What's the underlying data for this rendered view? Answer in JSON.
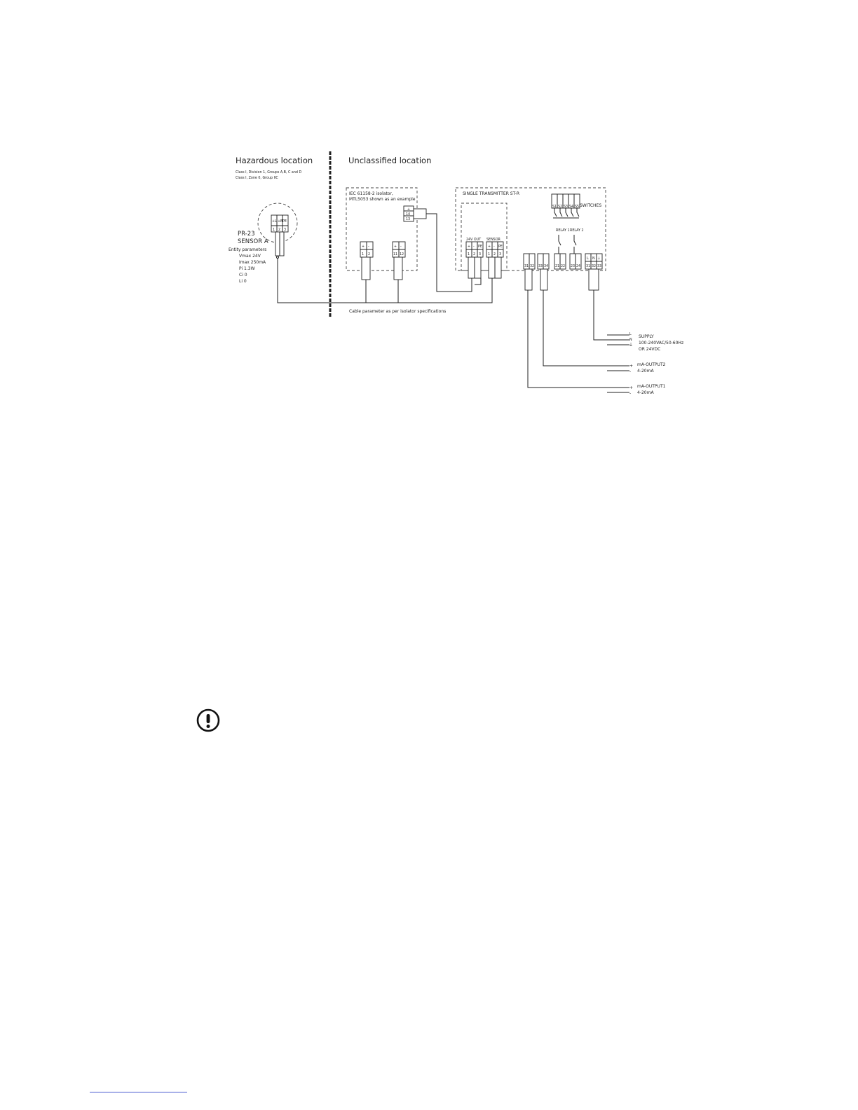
{
  "diagram": {
    "hazardous": {
      "title": "Hazardous location",
      "class_line1": "Class I, Division 1, Groups A,B, C and D",
      "class_line2": "Class I, Zone 0, Group IIC"
    },
    "unclassified": {
      "title": "Unclassified location"
    },
    "sensor": {
      "model": "PR-23",
      "name": "SENSOR A",
      "entity_title": "Entity parameters",
      "entity": [
        "Vmax 24V",
        "Imax 250mA",
        "Pi 1.3W",
        "Ci 0",
        "Li 0"
      ],
      "terminal_labels": [
        "+L",
        "+B",
        "PE"
      ],
      "terminal_numbers": [
        "1",
        "2",
        "3"
      ]
    },
    "isolator": {
      "title": "IEC 61158-2 isolator,",
      "subtitle": "MTL5053 shown as an example",
      "left_terminal_signs": [
        "+",
        "-"
      ],
      "left_terminal_numbers": [
        "1",
        "2"
      ],
      "right_terminal_signs": [
        "+",
        "-"
      ],
      "right_terminal_numbers": [
        "11",
        "12"
      ],
      "supply_terminal": [
        "+",
        "14",
        "13"
      ]
    },
    "transmitter": {
      "title": "SINGLE TRANSMITTER ST-R",
      "out_label": "24V OUT",
      "out_signs": [
        "+",
        "-",
        "PE"
      ],
      "out_numbers": [
        "1",
        "2",
        "3"
      ],
      "sensor_label": "SENSOR",
      "sensor_signs": [
        "+",
        "-",
        "PE"
      ],
      "sensor_numbers": [
        "1",
        "2",
        "3"
      ],
      "switches_label": "SWITCHES",
      "switch_names": [
        "S1",
        "S2",
        "S3",
        "S4",
        "S5"
      ],
      "relay1": "RELAY 1",
      "relay2": "RELAY 2",
      "out1_numbers": [
        "31",
        "32"
      ],
      "out2_numbers": [
        "33",
        "34"
      ],
      "relay1_numbers": [
        "21",
        "22"
      ],
      "relay2_numbers": [
        "23",
        "24"
      ],
      "supply_signs": [
        "L",
        "N",
        "⏚"
      ],
      "supply_numbers": [
        "31",
        "32",
        "33"
      ]
    },
    "cable_note": "Cable parameter as per isolator specifications",
    "supply": {
      "signs": [
        "L",
        "N",
        "⏚"
      ],
      "label": "SUPPLY",
      "line2": "100-240VAC/50-60Hz",
      "line3": "OR 24VDC"
    },
    "output2": {
      "signs": [
        "+",
        "-"
      ],
      "label": "mA-OUTPUT2",
      "range": "4-20mA"
    },
    "output1": {
      "signs": [
        "+",
        "-"
      ],
      "label": "mA-OUTPUT1",
      "range": "4-20mA"
    }
  },
  "notice": {
    "icon": "exclamation-circle-icon"
  },
  "colors": {
    "line": "#222222",
    "footer_rule": "#4a5bd0"
  }
}
